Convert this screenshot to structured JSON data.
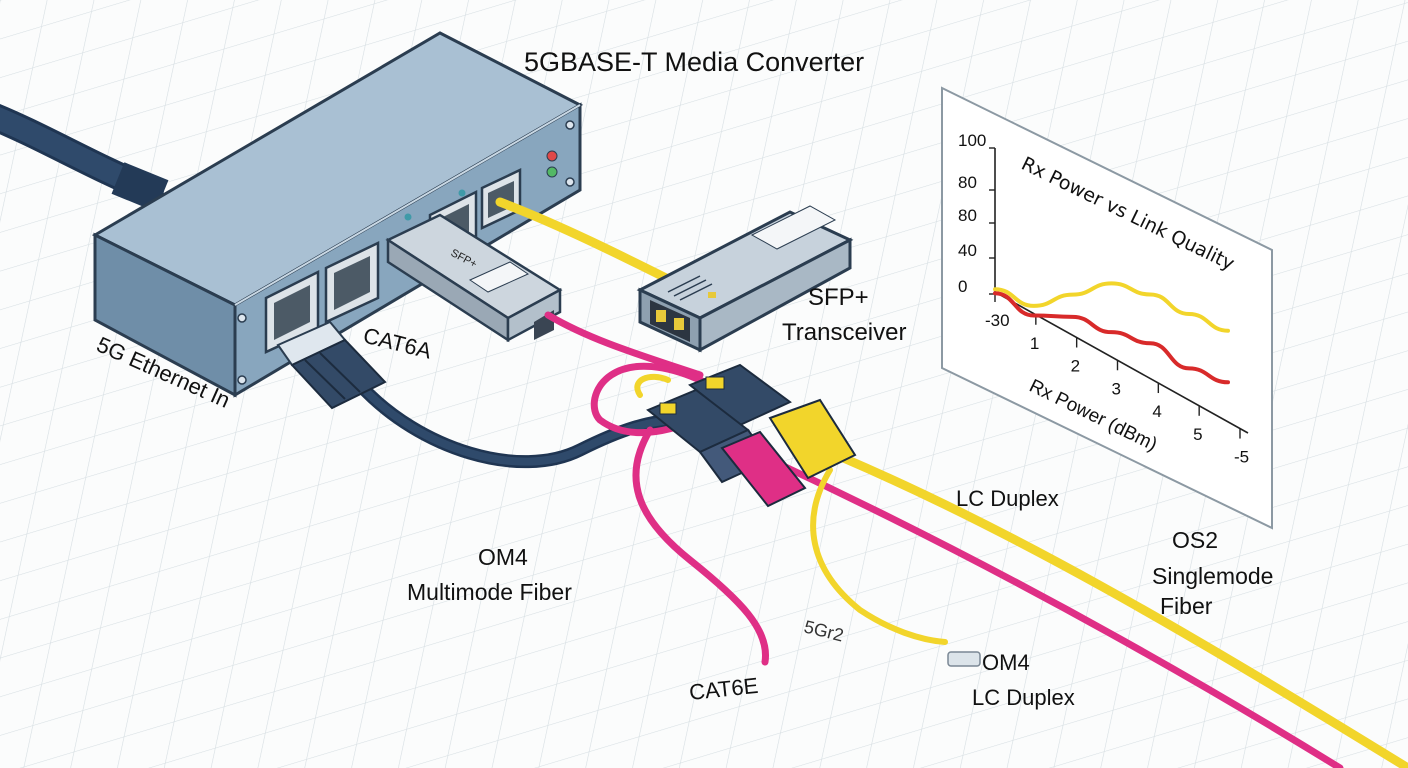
{
  "title": "5GBASE-T Media Converter",
  "labels": {
    "ethernet_in": "5G Ethernet In",
    "cat6a": "CAT6A",
    "sfp_sticker": "SFP+",
    "sfp_plus": "SFP+",
    "transceiver": "Transceiver",
    "lc_duplex_upper": "LC Duplex",
    "os2_line1": "OS2",
    "os2_line2": "Singlemode",
    "os2_line3": "Fiber",
    "om4_line1": "OM4",
    "om4_line2": "Multimode Fiber",
    "cat6e": "CAT6E",
    "fiber_tag": "5Gr2",
    "om4_lower": "OM4",
    "lc_duplex_lower": "LC Duplex"
  },
  "colors": {
    "device_body": "#8ea9bf",
    "ethernet_cable": "#2f4a6b",
    "singlemode_fiber": "#f2d52b",
    "multimode_fiber": "#df2f86",
    "connector": "#334a67",
    "led_red": "#e04848",
    "led_green": "#53b865"
  },
  "chart_data": {
    "type": "line",
    "title": "Rx Power vs Link Quality",
    "xlabel": "Rx Power (dBm)",
    "ylabel": "",
    "x_ticks": [
      "-30",
      "1",
      "2",
      "3",
      "4",
      "5",
      "-5"
    ],
    "y_ticks": [
      "100",
      "80",
      "80",
      "40",
      "0"
    ],
    "series": [
      {
        "color": "#f2d52b",
        "x": [
          0,
          1,
          2,
          3,
          4,
          5,
          6
        ],
        "values": [
          2,
          -8,
          2,
          12,
          6,
          -6,
          -16
        ]
      },
      {
        "color": "#d82a2a",
        "x": [
          0,
          1,
          2,
          3,
          4,
          5,
          6
        ],
        "values": [
          2,
          -12,
          -11,
          -20,
          -26,
          -42,
          -50
        ]
      }
    ]
  }
}
